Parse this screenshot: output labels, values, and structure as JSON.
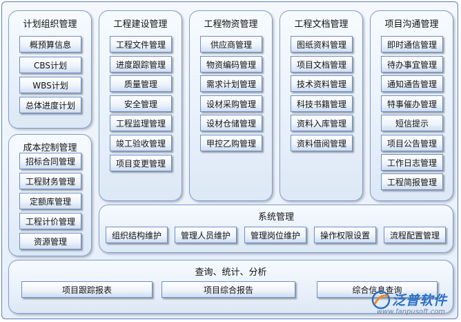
{
  "groups": {
    "plan": {
      "title": "计划组织管理",
      "items": [
        "概预算信息",
        "CBS计划",
        "WBS计划",
        "总体进度计划"
      ]
    },
    "cost": {
      "title": "成本控制管理",
      "items": [
        "招标合同管理",
        "工程财务管理",
        "定额库管理",
        "工程计价管理",
        "资源管理"
      ]
    },
    "construction": {
      "title": "工程建设管理",
      "items": [
        "工程文件管理",
        "进度跟踪管理",
        "质量管理",
        "安全管理",
        "工程监理管理",
        "竣工验收管理",
        "项目变更管理"
      ]
    },
    "material": {
      "title": "工程物资管理",
      "items": [
        "供应商管理",
        "物资编码管理",
        "需求计划管理",
        "设材采购管理",
        "设材仓储管理",
        "甲控乙购管理"
      ]
    },
    "docs": {
      "title": "工程文档管理",
      "items": [
        "图纸资料管理",
        "项目文档管理",
        "技术资料管理",
        "科技书籍管理",
        "资料入库管理",
        "资料借阅管理"
      ]
    },
    "comm": {
      "title": "项目沟通管理",
      "items": [
        "即时通信管理",
        "待办事宜管理",
        "通知通告管理",
        "特事催办管理",
        "短信提示",
        "项目公告管理",
        "工作日志管理",
        "工程简报管理"
      ]
    },
    "system": {
      "title": "系统管理",
      "items": [
        "组织结构维护",
        "管理人员维护",
        "管理岗位维护",
        "操作权限设置",
        "流程配置管理"
      ]
    },
    "query": {
      "title": "查询、统计、分析",
      "items": [
        "项目跟踪报表",
        "项目综合报告",
        "综合信息查询"
      ]
    }
  },
  "logo": {
    "name": "泛普软件",
    "url": "www.fanpusoft.com",
    "accent": "#2a6fc4"
  },
  "colors": {
    "border": "#6a8ec8",
    "panel": "#dde8f6"
  }
}
